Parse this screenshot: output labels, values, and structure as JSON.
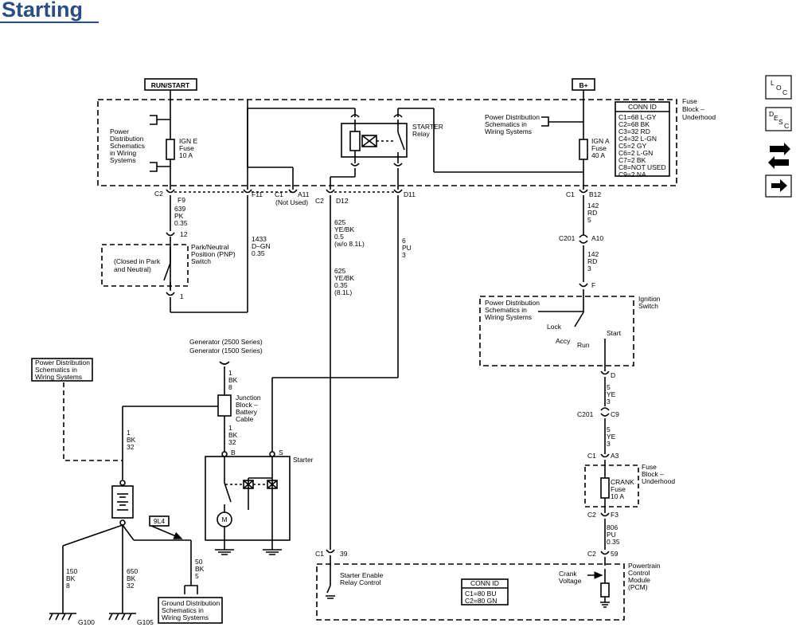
{
  "page_title": "Starting",
  "nav": {
    "loc_icon": "loc-icon",
    "desc_icon": "desc-icon",
    "swap_icon": "swap-arrows-icon",
    "next_icon": "next-arrow-icon"
  },
  "diagram": {
    "power": {
      "run_start": "RUN/START",
      "bplus": "B+"
    },
    "fuse_block_label": [
      "Fuse",
      "Block –",
      "Underhood"
    ],
    "pds_left": [
      "Power",
      "Distribution",
      "Schematics",
      "in Wiring",
      "Systems"
    ],
    "pds_right": [
      "Power Distribution",
      "Schematics in",
      "Wiring Systems"
    ],
    "fuse_igne": [
      "IGN E",
      "Fuse",
      "10 A"
    ],
    "fuse_igna": [
      "IGN A",
      "Fuse",
      "40 A"
    ],
    "starter_relay": [
      "STARTER",
      "Relay"
    ],
    "conn_id_top": {
      "title": "CONN ID",
      "rows": [
        "C1=68 L-GY",
        "C2=68 BK",
        "C3=32 RD",
        "C4=32 L-GN",
        "C5=2 GY",
        "C6=2 L-GN",
        "C7=2 BK",
        "C8=NOT USED",
        "C9=2 NA"
      ]
    },
    "pins": {
      "c2": "C2",
      "f9": "F9",
      "f11": "F11",
      "c1": "C1",
      "a11": "A11",
      "not_used": "(Not Used)",
      "c2b": "C2",
      "d12": "D12",
      "d11": "D11",
      "c1b": "C1",
      "b12": "B12"
    },
    "wire_639": [
      "639",
      "PK",
      "0.35"
    ],
    "pin_12": "12",
    "pnp_switch": [
      "Park/Neutral",
      "Position (PNP)",
      "Switch"
    ],
    "pnp_note": [
      "(Closed in Park",
      "and Neutral)"
    ],
    "pin_1": "1",
    "wire_1433": [
      "1433",
      "D–GN",
      "0.35"
    ],
    "wire_625a": [
      "625",
      "YE/BK",
      "0.5",
      "(w/o 8.1L)"
    ],
    "wire_625b": [
      "625",
      "YE/BK",
      "0.35",
      "(8.1L)"
    ],
    "wire_6": [
      "6",
      "PU",
      "3"
    ],
    "wire_142a": [
      "142",
      "RD",
      "5"
    ],
    "c201_a10": [
      "C201",
      "A10"
    ],
    "wire_142b": [
      "142",
      "RD",
      "3"
    ],
    "pin_f": "F",
    "ign_switch": {
      "label": [
        "Ignition",
        "Switch"
      ],
      "pds": [
        "Power Distribution",
        "Schematics in",
        "Wiring Systems"
      ],
      "lock": "Lock",
      "accy": "Accy",
      "run": "Run",
      "start": "Start"
    },
    "pin_d": "D",
    "wire_5a": [
      "5",
      "YE",
      "3"
    ],
    "c201_c9": [
      "C201",
      "C9"
    ],
    "wire_5b": [
      "5",
      "YE",
      "3"
    ],
    "crank_fuse": {
      "c1": "C1",
      "a3": "A3",
      "block": [
        "Fuse",
        "Block –",
        "Underhood"
      ],
      "fuse": [
        "CRANK",
        "Fuse",
        "10 A"
      ],
      "c2": "C2",
      "f3": "F3"
    },
    "wire_806": [
      "806",
      "PU",
      "0.35"
    ],
    "pcm": {
      "c2": "C2",
      "pin59": "59",
      "label": [
        "Powertrain",
        "Control",
        "Module",
        "(PCM)"
      ],
      "crank_voltage": [
        "Crank",
        "Voltage"
      ],
      "c1": "C1",
      "pin39": "39",
      "relay_ctrl": [
        "Starter Enable",
        "Relay Control"
      ],
      "conn_title": "CONN ID",
      "conn_rows": [
        "C1=80 BU",
        "C2=80 GN"
      ]
    },
    "generator": [
      "Generator (2500 Series)",
      "Generator (1500 Series)"
    ],
    "wire_1bk8": [
      "1",
      "BK",
      "8"
    ],
    "junction": [
      "Junction",
      "Block –",
      "Battery",
      "Cable"
    ],
    "wire_1bk32a": [
      "1",
      "BK",
      "32"
    ],
    "wire_1bk32b": [
      "1",
      "BK",
      "32"
    ],
    "starter": {
      "label": "Starter",
      "b": "B",
      "s": "S",
      "motor": "M"
    },
    "pds_battery": [
      "Power Distribution",
      "Schematics in",
      "Wiring Systems"
    ],
    "ref_9l4": "9L4",
    "wire_50": [
      "50",
      "BK",
      "5"
    ],
    "wire_150": [
      "150",
      "BK",
      "8"
    ],
    "wire_650": [
      "650",
      "BK",
      "32"
    ],
    "ground_ref": [
      "Ground Distribution",
      "Schematics in",
      "Wiring Systems"
    ],
    "g100": "G100",
    "g105": "G105"
  }
}
